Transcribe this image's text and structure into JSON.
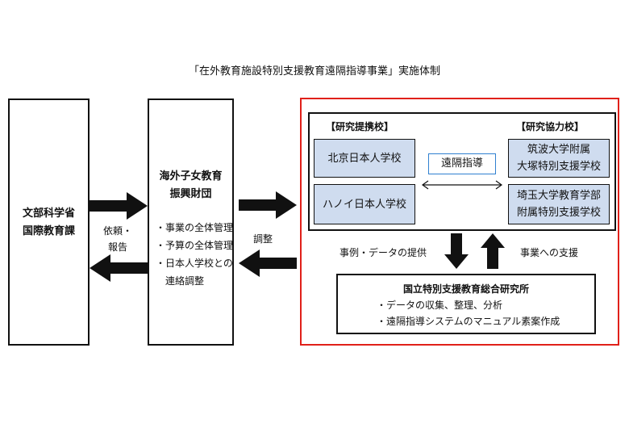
{
  "title": "「在外教育施設特別支援教育遠隔指導事業」実施体制",
  "mext": {
    "line1": "文部科学省",
    "line2": "国際教育課"
  },
  "foundation": {
    "line1": "海外子女教育",
    "line2": "振興財団",
    "items": [
      "・事業の全体管理",
      "・予算の全体管理",
      "・日本人学校との",
      "　連絡調整"
    ]
  },
  "labels": {
    "request_report_1": "依頼・",
    "request_report_2": "報告",
    "coordination": "調整",
    "cases_data": "事例・データの提供",
    "support": "事業への支援"
  },
  "research_partner": {
    "heading": "【研究提携校】",
    "schools": [
      "北京日本人学校",
      "ハノイ日本人学校"
    ]
  },
  "remote_guidance": "遠隔指導",
  "research_cooperation": {
    "heading": "【研究協力校】",
    "school1": [
      "筑波大学附属",
      "大塚特別支援学校"
    ],
    "school2": [
      "埼玉大学教育学部",
      "附属特別支援学校"
    ]
  },
  "nise": {
    "name": "国立特別支援教育総合研究所",
    "items": [
      "・データの収集、整理、分析",
      "・遠隔指導システムのマニュアル素案作成"
    ]
  },
  "colors": {
    "red_frame": "#e0201a",
    "school_fill": "#cfdcef",
    "remote_border": "#2f80d0"
  }
}
